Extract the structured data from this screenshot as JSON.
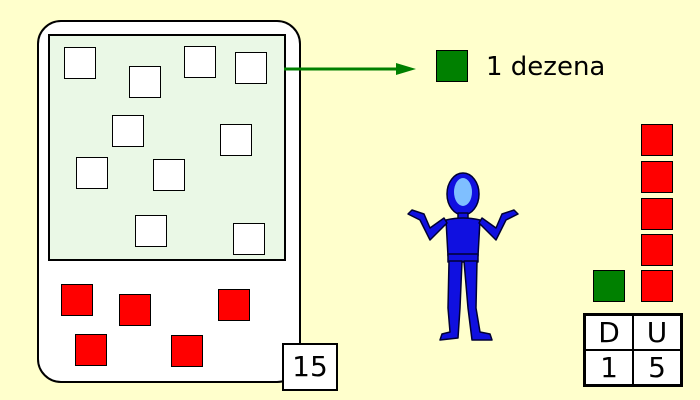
{
  "total": "15",
  "ten_label": "1 dezena",
  "place_value": {
    "headers": [
      "D",
      "U"
    ],
    "digits": [
      "1",
      "5"
    ]
  },
  "colors": {
    "background": "#ffffcc",
    "group_fill": "#eaf8e6",
    "unit": "#ff0000",
    "ten": "#008000",
    "arrow": "#008000",
    "figure": "#1010e0"
  },
  "icons": [
    "right-arrow-icon",
    "shrugging-person-icon"
  ]
}
